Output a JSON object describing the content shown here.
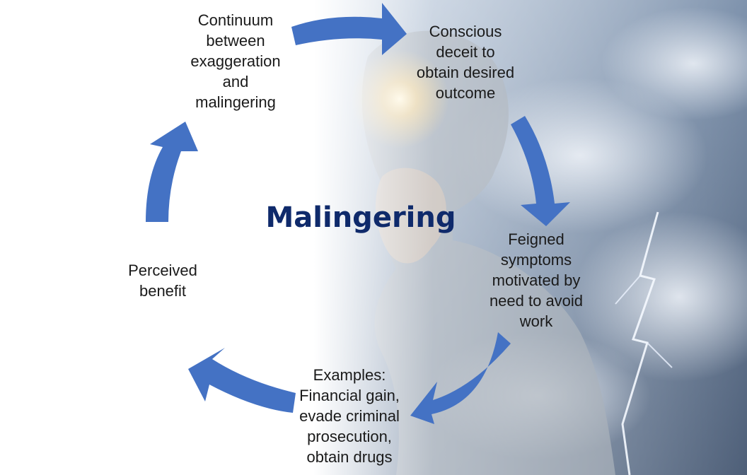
{
  "diagram": {
    "title": "Malingering",
    "nodes": [
      {
        "id": "continuum",
        "text": "Continuum\nbetween\nexaggeration\nand\nmalingering"
      },
      {
        "id": "deceit",
        "text": "Conscious\ndeceit to\nobtain desired\noutcome"
      },
      {
        "id": "feigned",
        "text": "Feigned\nsymptoms\nmotivated by\nneed to avoid\nwork"
      },
      {
        "id": "examples",
        "text": "Examples:\nFinancial gain,\nevade criminal\nprosecution,\nobtain drugs"
      },
      {
        "id": "benefit",
        "text": "Perceived\nbenefit"
      }
    ],
    "colors": {
      "arrow": "#4472c4",
      "title": "#0f2a6b",
      "text": "#1a1a1a"
    }
  }
}
